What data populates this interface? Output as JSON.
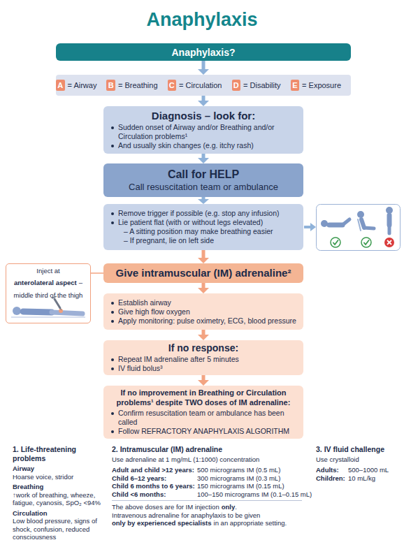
{
  "diagram": {
    "title": "Anaphylaxis",
    "nodes": [
      {
        "text": [
          "Anaphylaxis?"
        ]
      },
      {
        "text": [
          "= Airway",
          "= Breathing",
          "= Circulation",
          "= Disability",
          "= Exposure"
        ]
      },
      {
        "text": [
          "A"
        ],
        "in": 1
      },
      {
        "text": [
          "B"
        ],
        "in": 1
      },
      {
        "text": [
          "C"
        ],
        "in": 1
      },
      {
        "text": [
          "D"
        ],
        "in": 1
      },
      {
        "text": [
          "E"
        ],
        "in": 1
      },
      {
        "text": [
          "Diagnosis – look for:",
          "Sudden onset of Airway and/or Breathing and/or Circulation problems¹",
          "And usually skin changes (e.g. itchy rash)"
        ]
      },
      {
        "text": [
          "Call for HELP",
          "Call resuscitation team or ambulance"
        ]
      },
      {
        "text": [
          "Remove trigger if possible (e.g. stop any infusion)",
          "Lie patient flat (with or without legs elevated)",
          "– A sitting position may make breathing easier",
          "– If pregnant, lie on left side"
        ]
      },
      {
        "text": [
          "Inject at",
          "anterolateral aspect",
          "– middle third of the thigh"
        ]
      },
      {
        "text": [
          "Give intramuscular (IM) adrenaline²"
        ]
      },
      {
        "text": [
          "Establish airway",
          "Give high flow oxygen",
          "Apply monitoring: pulse oximetry, ECG, blood pressure"
        ]
      },
      {
        "text": [
          "If no response:",
          "Repeat IM adrenaline after 5 minutes",
          "IV fluid bolus³"
        ]
      },
      {
        "text": [
          "If no improvement in Breathing or Circulation problems¹ despite TWO doses of IM adrenaline:",
          "Confirm resuscitation team or ambulance has been called",
          "Follow REFRACTORY ANAPHYLAXIS ALGORITHM"
        ]
      }
    ],
    "edges": [
      {
        "from": 0,
        "to": 1,
        "arrow": "to"
      },
      {
        "from": 1,
        "to": 7,
        "arrow": "to"
      },
      {
        "from": 7,
        "to": 8,
        "arrow": "to"
      },
      {
        "from": 8,
        "to": 9,
        "arrow": "to"
      },
      {
        "from": 9,
        "to": 11,
        "arrow": "to"
      },
      {
        "from": 10,
        "to": 11,
        "arrow": "none"
      },
      {
        "from": 11,
        "to": 12,
        "arrow": "to"
      },
      {
        "from": 12,
        "to": 13,
        "arrow": "to"
      },
      {
        "from": 13,
        "to": 14,
        "arrow": "to"
      }
    ],
    "labels": [
      "1. Life-threatening problems",
      "Airway",
      "Hoarse voice, stridor",
      "Breathing",
      "↑work of breathing, wheeze, fatigue, cyanosis, SpO₂ <94%",
      "Circulation",
      "Low blood pressure, signs of shock, confusion, reduced consciousness",
      "2. Intramuscular (IM) adrenaline",
      "Use adrenaline at 1 mg/mL (1:1000) concentration",
      "Adult and child >12 years:",
      "500 micrograms IM (0.5 mL)",
      "Child 6–12 years:",
      "300 micrograms IM (0.3 mL)",
      "Child 6 months to 6 years:",
      "150 micrograms IM (0.15 mL)",
      "Child <6 months:",
      "100–150 micrograms IM (0.1–0.15 mL)",
      "The above doses are for IM injection",
      "only",
      ".",
      "Intravenous adrenaline for anaphylaxis to be given",
      "only by experienced specialists",
      "in an appropriate setting.",
      "3. IV fluid challenge",
      "Use crystalloid",
      "Adults:",
      "500–1000 mL",
      "Children:",
      "10 mL/kg"
    ]
  }
}
